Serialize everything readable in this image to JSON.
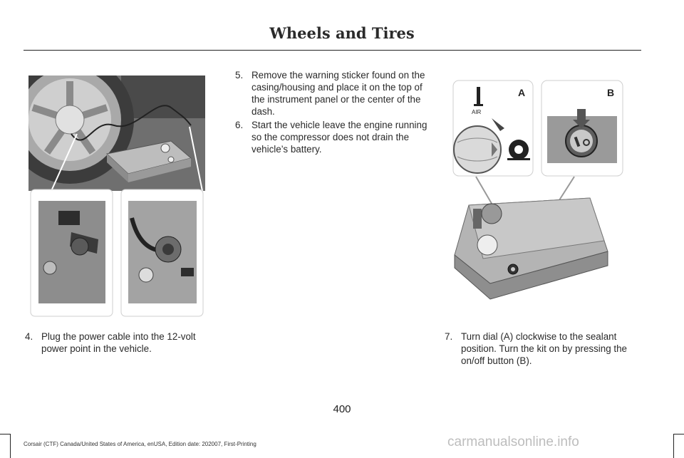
{
  "header": {
    "title": "Wheels and Tires"
  },
  "steps": {
    "s4": {
      "num": "4.",
      "text": "Plug the power cable into the 12-volt power point in the vehicle."
    },
    "s5": {
      "num": "5.",
      "text": "Remove the warning sticker found on the casing/housing and place it on the top of the instrument panel or the center of the dash."
    },
    "s6": {
      "num": "6.",
      "text": "Start the vehicle leave the engine running so the compressor does not drain the vehicle’s battery."
    },
    "s7": {
      "num": "7.",
      "text": "Turn dial (A) clockwise to the sealant position. Turn the kit on by pressing the on/off button (B)."
    }
  },
  "figure_right": {
    "label_a": "A",
    "label_b": "B",
    "air_label": "AIR"
  },
  "page": {
    "number": "400"
  },
  "footer": {
    "text": "Corsair (CTF) Canada/United States of America, enUSA, Edition date: 202007, First-Printing"
  },
  "watermark": {
    "text": "carmanualsonline.info"
  }
}
